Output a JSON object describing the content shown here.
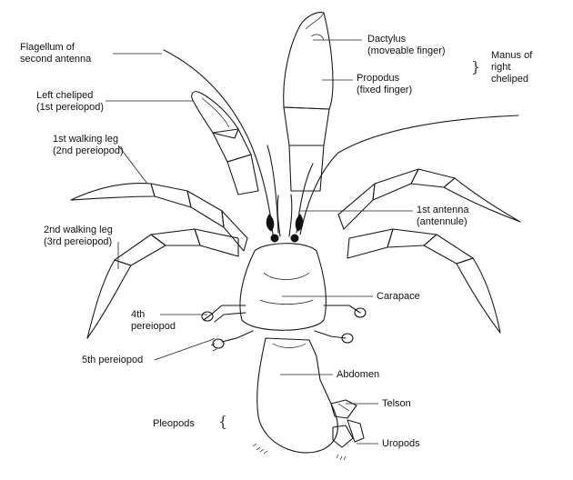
{
  "labels": {
    "flagellum": [
      "Flagellum of",
      "second antenna"
    ],
    "dactylus": [
      "Dactylus",
      "(moveable finger)"
    ],
    "propodus": [
      "Propodus",
      "(fixed finger)"
    ],
    "manus": [
      "Manus of",
      "right",
      "cheliped"
    ],
    "left_cheliped": [
      "Left cheliped",
      "(1st pereiopod)"
    ],
    "walking1": [
      "1st walking leg",
      "(2nd pereiopod)"
    ],
    "antenna1": [
      "1st antenna",
      "(antennule)"
    ],
    "walking2": [
      "2nd walking leg",
      "(3rd pereiopod)"
    ],
    "carapace": "Carapace",
    "pereiopod4": [
      "4th",
      "pereiopod"
    ],
    "pereiopod5": "5th pereiopod",
    "abdomen": "Abdomen",
    "telson": "Telson",
    "pleopods": "Pleopods",
    "uropods": "Uropods"
  }
}
